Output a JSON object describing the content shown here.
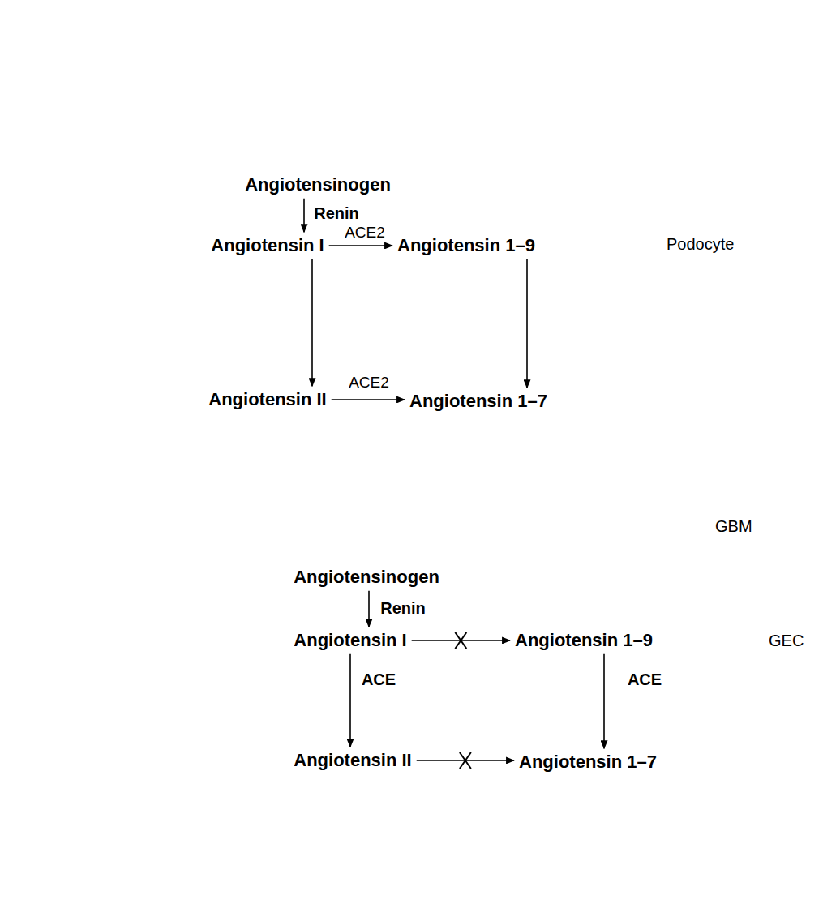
{
  "diagram": {
    "nodes": [
      {
        "text": [
          "Podocyte"
        ]
      },
      {
        "text": [
          "Angiotensinogen"
        ],
        "in": 0
      },
      {
        "text": [
          "Angiotensin I"
        ],
        "in": 0
      },
      {
        "text": [
          "Angiotensin 1–9"
        ],
        "in": 0
      },
      {
        "text": [
          "Angiotensin II"
        ],
        "in": 0
      },
      {
        "text": [
          "Angiotensin 1–7"
        ],
        "in": 0
      },
      {
        "text": [
          "GEC"
        ]
      },
      {
        "text": [
          "Angiotensinogen"
        ],
        "in": 6
      },
      {
        "text": [
          "Angiotensin I"
        ],
        "in": 6
      },
      {
        "text": [
          "Angiotensin 1–9"
        ],
        "in": 6
      },
      {
        "text": [
          "Angiotensin II"
        ],
        "in": 6
      },
      {
        "text": [
          "Angiotensin 1–7"
        ],
        "in": 6
      }
    ],
    "edges": [
      {
        "from": 1,
        "to": 2,
        "arrow": "to",
        "label": "Renin"
      },
      {
        "from": 2,
        "to": 3,
        "arrow": "to",
        "label": "ACE2"
      },
      {
        "from": 2,
        "to": 4,
        "arrow": "to"
      },
      {
        "from": 3,
        "to": 5,
        "arrow": "to"
      },
      {
        "from": 4,
        "to": 5,
        "arrow": "to",
        "label": "ACE2"
      },
      {
        "from": 7,
        "to": 8,
        "arrow": "to",
        "label": "Renin"
      },
      {
        "from": 8,
        "to": 9,
        "arrow": "to"
      },
      {
        "from": 8,
        "to": 10,
        "arrow": "to",
        "label": "ACE"
      },
      {
        "from": 9,
        "to": 11,
        "arrow": "to",
        "label": "ACE"
      },
      {
        "from": 10,
        "to": 11,
        "arrow": "to"
      }
    ],
    "labels": [
      "GBM"
    ]
  }
}
